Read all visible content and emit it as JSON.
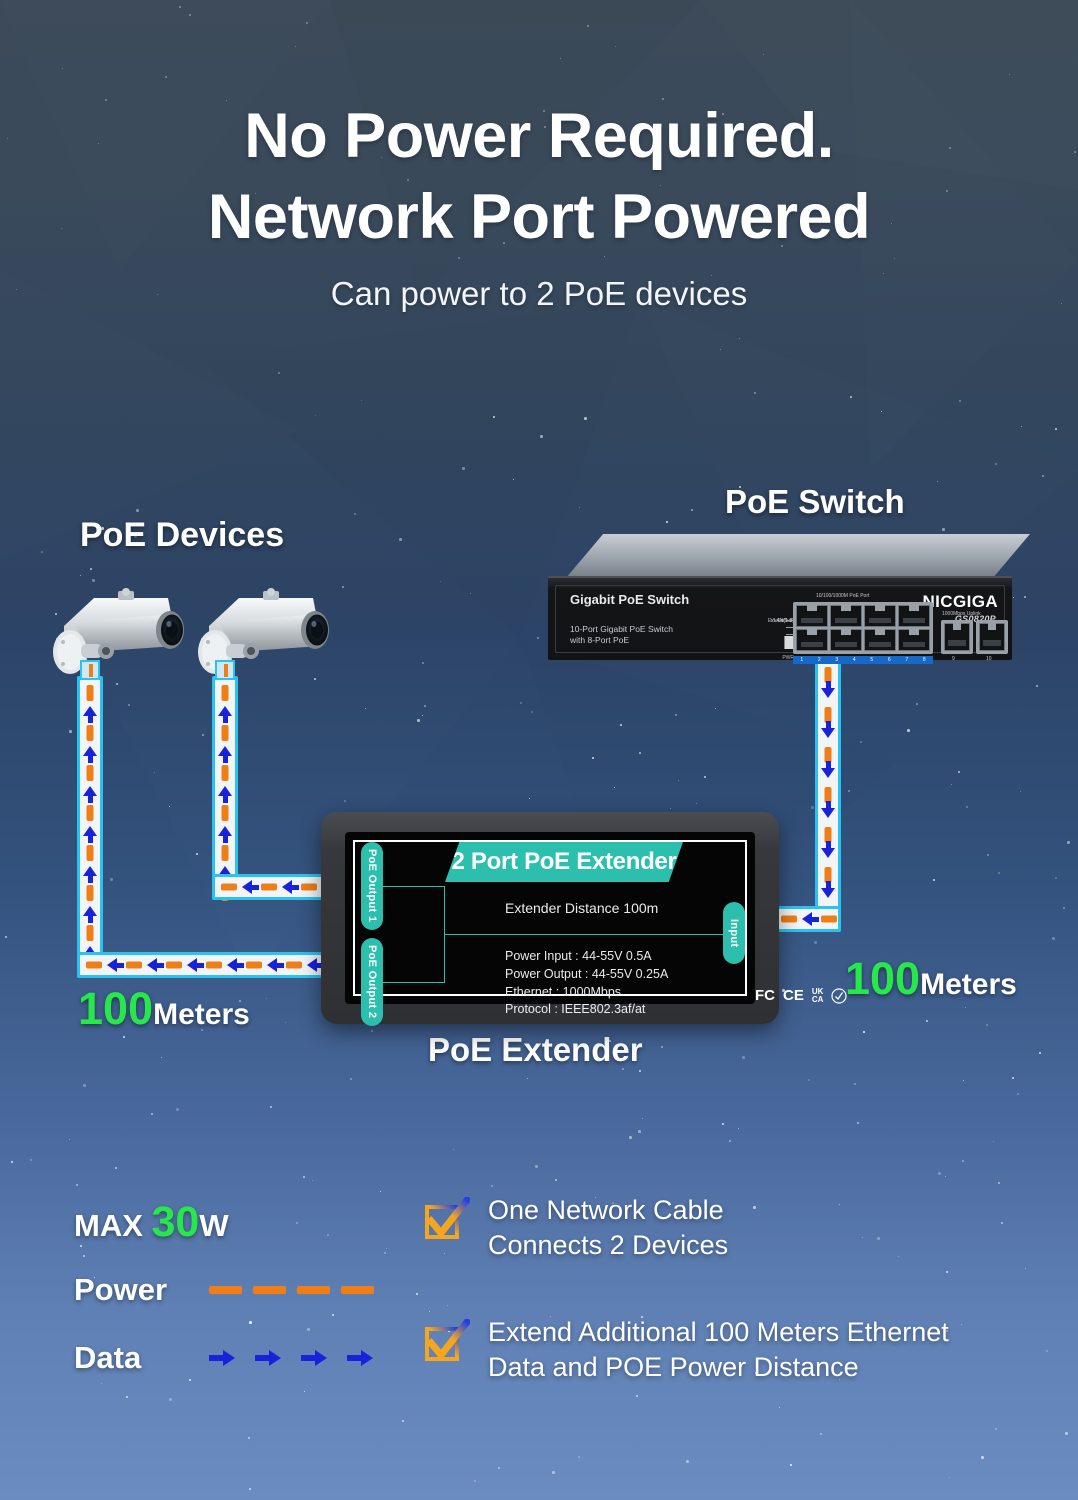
{
  "headline": {
    "line1": "No Power Required.",
    "line2": "Network Port Powered"
  },
  "subhead": "Can power to 2 PoE devices",
  "labels": {
    "poe_devices": "PoE Devices",
    "poe_switch": "PoE Switch",
    "poe_extender": "PoE Extender"
  },
  "distances": {
    "left": {
      "value": "100",
      "unit": "Meters"
    },
    "right": {
      "value": "100",
      "unit": "Meters"
    }
  },
  "switch": {
    "title": "Gigabit PoE Switch",
    "subtitle_line1": "10-Port Gigabit PoE Switch",
    "subtitle_line2": "with 8-Port PoE",
    "brand": "NICGIGA",
    "model": "GS0820P",
    "poe_ports_caption": "10/100/1000M PoE Port",
    "uplink_caption": "1000Mbps Uplink",
    "dip_labels": [
      "Extend(1-8)",
      "Default",
      "VLAN(1-8)"
    ],
    "power_label": "PWR",
    "poe_port_numbers": [
      "1",
      "2",
      "3",
      "4",
      "5",
      "6",
      "7",
      "8"
    ],
    "uplink_port_numbers": [
      "9",
      "10"
    ]
  },
  "extender": {
    "banner": "2 Port PoE Extender",
    "distance": "Extender Distance 100m",
    "specs": [
      "Power Input : 44-55V 0.5A",
      "Power Output : 44-55V 0.25A",
      "Ethernet : 1000Mbps",
      "Protocol : IEEE802.3af/at"
    ],
    "ports": {
      "output1": "PoE Output 1",
      "output2": "PoE Output 2",
      "input": "Input"
    },
    "certs": [
      "FC",
      "CE",
      "UKCA",
      "check-circle"
    ]
  },
  "legend": {
    "max_prefix": "MAX",
    "max_value": "30",
    "max_unit": "W",
    "power_label": "Power",
    "data_label": "Data"
  },
  "features": [
    {
      "line1": "One Network Cable",
      "line2": "Connects 2 Devices"
    },
    {
      "line1": "Extend Additional 100 Meters Ethernet",
      "line2": "Data and POE Power Distance"
    }
  ],
  "colors": {
    "accent_green": "#27e84a",
    "power_orange": "#ef7e16",
    "data_blue": "#1822d8",
    "cable_edge": "#29c3f2",
    "teal": "#2dbfae",
    "check_blue": "#2040e8",
    "check_orange": "#f5a620"
  }
}
